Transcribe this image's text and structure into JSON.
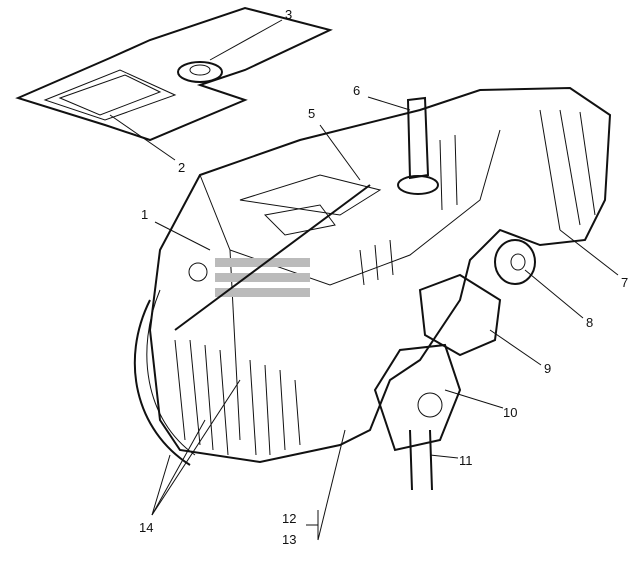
{
  "diagram": {
    "callouts": [
      {
        "id": "1",
        "text": "1"
      },
      {
        "id": "2",
        "text": "2"
      },
      {
        "id": "3",
        "text": "3"
      },
      {
        "id": "5",
        "text": "5"
      },
      {
        "id": "6",
        "text": "6"
      },
      {
        "id": "7",
        "text": "7"
      },
      {
        "id": "8",
        "text": "8"
      },
      {
        "id": "9",
        "text": "9"
      },
      {
        "id": "10",
        "text": "10"
      },
      {
        "id": "11",
        "text": "11"
      },
      {
        "id": "12",
        "text": "12"
      },
      {
        "id": "13",
        "text": "13"
      },
      {
        "id": "14",
        "text": "14"
      }
    ],
    "line_color": "#111111",
    "background": "#ffffff"
  }
}
